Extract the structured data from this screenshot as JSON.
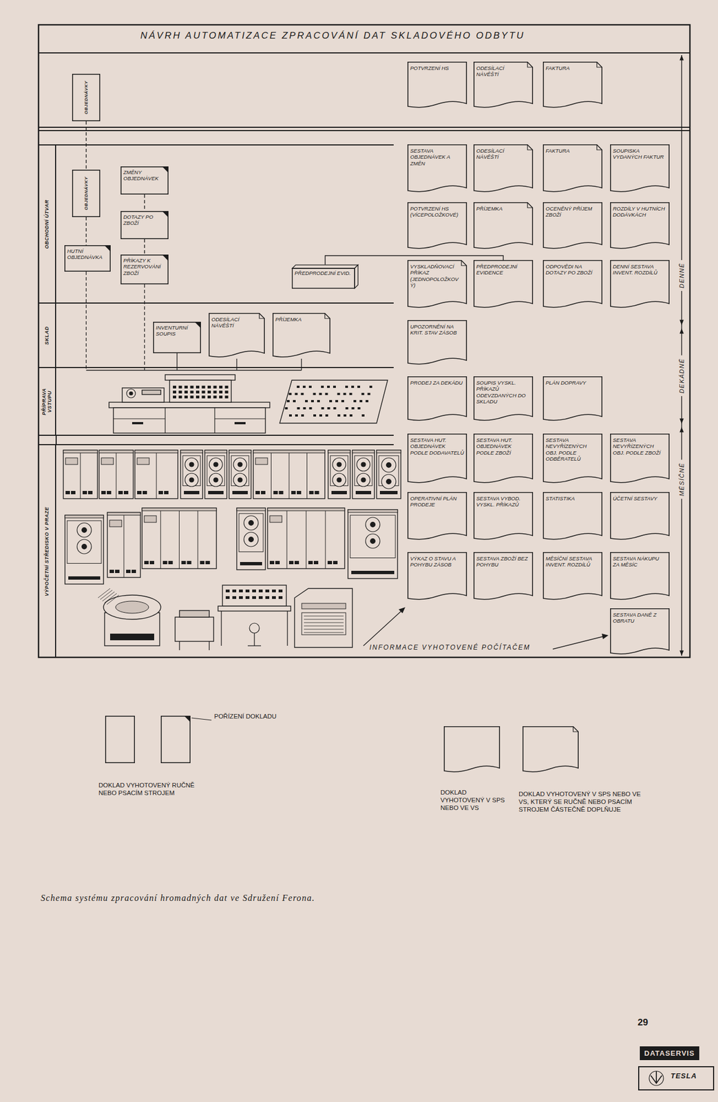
{
  "diagram": {
    "title": "NÁVRH AUTOMATIZACE ZPRACOVÁNÍ DAT SKLADOVÉHO ODBYTU",
    "caption": "Schema systému zpracování hromadných dat ve Sdružení Ferona.",
    "nodes": [
      {
        "text": [
          "OBJEDNÁVKY"
        ]
      },
      {
        "text": [
          "POTVRZENÍ HS"
        ]
      },
      {
        "text": [
          "ODESÍLACÍ NÁVĚŠTÍ"
        ]
      },
      {
        "text": [
          "FAKTURA"
        ]
      },
      {
        "text": [
          "OBCHODNÍ ÚTVAR"
        ]
      },
      {
        "text": [
          "OBJEDNÁVKY"
        ],
        "in": 4
      },
      {
        "text": [
          "ZMĚNY OBJEDNÁVEK"
        ],
        "in": 4
      },
      {
        "text": [
          "DOTAZY PO ZBOŽÍ"
        ],
        "in": 4
      },
      {
        "text": [
          "HUTNÍ OBJEDNÁVKA"
        ],
        "in": 4
      },
      {
        "text": [
          "PŘÍKAZY K REZERVOVÁNÍ ZBOŽÍ"
        ],
        "in": 4
      },
      {
        "text": [
          "PŘEDPRODEJNÍ EVID."
        ],
        "in": 4
      },
      {
        "text": [
          "SKLAD"
        ]
      },
      {
        "text": [
          "INVENTURNÍ SOUPIS"
        ],
        "in": 11
      },
      {
        "text": [
          "ODESÍLACÍ NÁVĚŠTÍ"
        ],
        "in": 11
      },
      {
        "text": [
          "PŘÍJEMKA"
        ],
        "in": 11
      },
      {
        "text": [
          "PŘÍPRAVA VSTUPU"
        ]
      },
      {
        "text": [
          "VÝPOČETNÍ STŘEDISKO V PRAZE"
        ]
      },
      {
        "text": [
          "SESTAVA OBJEDNÁVEK A ZMĚN"
        ]
      },
      {
        "text": [
          "ODESÍLACÍ NÁVĚŠTÍ"
        ]
      },
      {
        "text": [
          "FAKTURA"
        ]
      },
      {
        "text": [
          "SOUPISKA VYDANÝCH FAKTUR"
        ]
      },
      {
        "text": [
          "POTVRZENÍ HS (VÍCEPOLOŽKOVÉ)"
        ]
      },
      {
        "text": [
          "PŘÍJEMKA"
        ]
      },
      {
        "text": [
          "OCENĚNÝ PŘÍJEM ZBOŽÍ"
        ]
      },
      {
        "text": [
          "ROZDÍLY V HUTNÍCH DODÁVKÁCH"
        ]
      },
      {
        "text": [
          "VYSKLADŇOVACÍ PŘÍKAZ (JEDNOPOLOŽKOVÝ)"
        ]
      },
      {
        "text": [
          "PŘEDPRODEJNÍ EVIDENCE"
        ]
      },
      {
        "text": [
          "ODPOVĚDI NA DOTAZY PO ZBOŽÍ"
        ]
      },
      {
        "text": [
          "DENNÍ SESTAVA INVENT. ROZDÍLŮ"
        ]
      },
      {
        "text": [
          "UPOZORNĚNÍ NA KRIT. STAV ZÁSOB"
        ]
      },
      {
        "text": [
          "PRODEJ ZA DEKÁDU"
        ]
      },
      {
        "text": [
          "SOUPIS VYSKL. PŘÍKAZŮ ODEVZDANÝCH DO SKLADU"
        ]
      },
      {
        "text": [
          "PLÁN DOPRAVY"
        ]
      },
      {
        "text": [
          "SESTAVA HUT. OBJEDNÁVEK PODLE DODAVATELŮ"
        ]
      },
      {
        "text": [
          "SESTAVA HUT. OBJEDNÁVEK PODLE ZBOŽÍ"
        ]
      },
      {
        "text": [
          "SESTAVA NEVYŘÍZENÝCH OBJ. PODLE ODBĚRATELŮ"
        ]
      },
      {
        "text": [
          "SESTAVA NEVYŘÍZENÝCH OBJ. PODLE ZBOŽÍ"
        ]
      },
      {
        "text": [
          "OPERATIVNÍ PLÁN PRODEJE"
        ]
      },
      {
        "text": [
          "SESTAVA VYBOD. VYSKL. PŘÍKAZŮ"
        ]
      },
      {
        "text": [
          "STATISTIKA"
        ]
      },
      {
        "text": [
          "ÚČETNÍ SESTAVY"
        ]
      },
      {
        "text": [
          "VÝKAZ O STAVU A POHYBU ZÁSOB"
        ]
      },
      {
        "text": [
          "SESTAVA ZBOŽÍ BEZ POHYBU"
        ]
      },
      {
        "text": [
          "MĚSÍČNÍ SESTAVA INVENT. ROZDÍLŮ"
        ]
      },
      {
        "text": [
          "SESTAVA NÁKUPU ZA MĚSÍC"
        ]
      },
      {
        "text": [
          "SESTAVA DANĚ Z OBRATU"
        ]
      }
    ],
    "edges": [
      {
        "from": 0,
        "to": 5,
        "arrow": "none"
      },
      {
        "from": 5,
        "to": 8,
        "arrow": "none"
      },
      {
        "from": 6,
        "to": 7,
        "arrow": "none"
      },
      {
        "from": 7,
        "to": 9,
        "arrow": "none"
      },
      {
        "from": 10,
        "to": 26,
        "arrow": "none"
      }
    ],
    "labels": [
      "INFORMACE VYHOTOVENÉ POČÍTAČEM",
      "DENNĚ",
      "DEKÁDNĚ",
      "MĚSÍČNĚ",
      "29",
      "DATASERVIS",
      "TESLA"
    ],
    "legend": [
      {
        "text": "POŘÍZENÍ DOKLADU"
      },
      {
        "text": "DOKLAD VYHOTOVENÝ RUČNĚ NEBO PSACÍM STROJEM"
      },
      {
        "text": "DOKLAD VYHOTOVENÝ V SPS NEBO VE VS"
      },
      {
        "text": "DOKLAD VYHOTOVENÝ V SPS NEBO VE VS, KTERÝ SE RUČNĚ NEBO PSACÍM STROJEM ČÁSTEČNĚ DOPLŇUJE"
      }
    ]
  }
}
